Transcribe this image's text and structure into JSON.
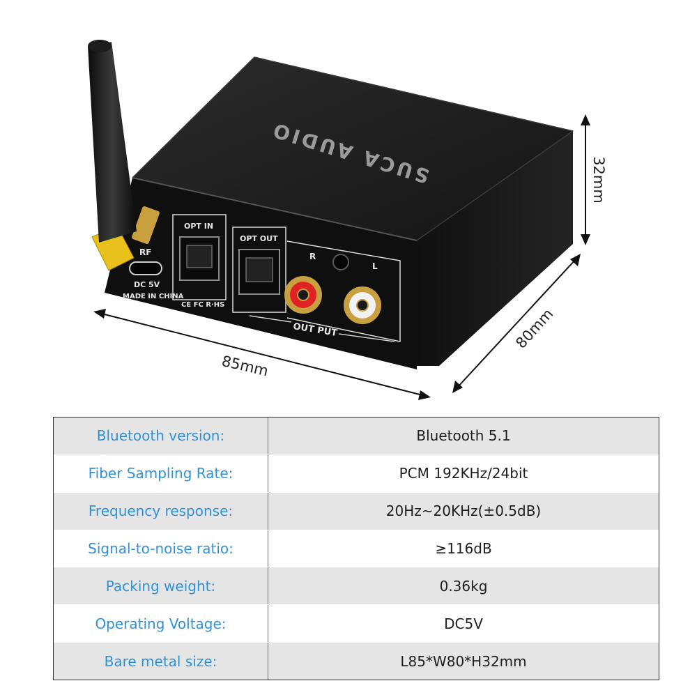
{
  "device": {
    "brand": "SUCA AUDIO",
    "ports": {
      "rf": "RF",
      "dc": "DC 5V",
      "origin": "MADE IN CHINA",
      "certifications": "CE FC R·HS",
      "opt_in": "OPT IN",
      "opt_out": "OPT OUT",
      "right": "R",
      "left": "L",
      "output": "OUT PUT"
    },
    "colors": {
      "body": "#1b1b1b",
      "antenna_base": "#e8c11c",
      "rca_right": "#e02222",
      "rca_left": "#f2f2f2",
      "gold": "#c8a040"
    }
  },
  "dimensions": {
    "width": "85mm",
    "depth": "80mm",
    "height": "32mm"
  },
  "specs": {
    "rows": [
      {
        "label": "Bluetooth version:",
        "value": "Bluetooth 5.1"
      },
      {
        "label": "Fiber Sampling Rate:",
        "value": "PCM 192KHz/24bit"
      },
      {
        "label": "Frequency response:",
        "value": "20Hz~20KHz(±0.5dB)"
      },
      {
        "label": "Signal-to-noise ratio:",
        "value": "≥116dB"
      },
      {
        "label": "Packing weight:",
        "value": "0.36kg"
      },
      {
        "label": "Operating Voltage:",
        "value": "DC5V"
      },
      {
        "label": "Bare metal size:",
        "value": "L85*W80*H32mm"
      }
    ]
  }
}
